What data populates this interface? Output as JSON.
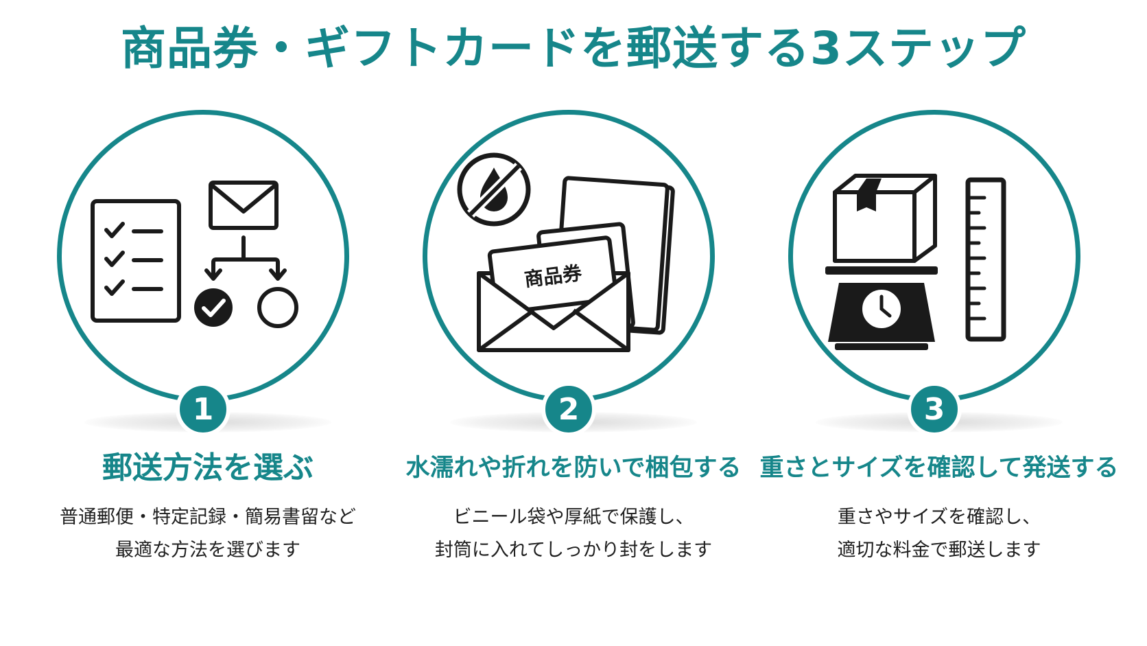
{
  "title": "商品券・ギフトカードを郵送する3ステップ",
  "steps": [
    {
      "number": "1",
      "heading": "郵送方法を選ぶ",
      "desc_line1": "普通郵便・特定記録・簡易書留など",
      "desc_line2": "最適な方法を選びます"
    },
    {
      "number": "2",
      "heading": "水濡れや折れを防いで梱包する",
      "desc_line1": "ビニール袋や厚紙で保護し、",
      "desc_line2": "封筒に入れてしっかり封をします",
      "voucher_label": "商品券"
    },
    {
      "number": "3",
      "heading": "重さとサイズを確認して発送する",
      "desc_line1": "重さやサイズを確認し、",
      "desc_line2": "適切な料金で郵送します"
    }
  ],
  "colors": {
    "accent": "#16868a",
    "icon": "#1a1a1a"
  },
  "icons": [
    "checklist-icon",
    "mail-envelope-icon",
    "flowchart-icon",
    "no-water-icon",
    "envelope-with-voucher-icon",
    "cardboard-sheet-icon",
    "box-icon",
    "scale-icon",
    "ruler-icon"
  ]
}
